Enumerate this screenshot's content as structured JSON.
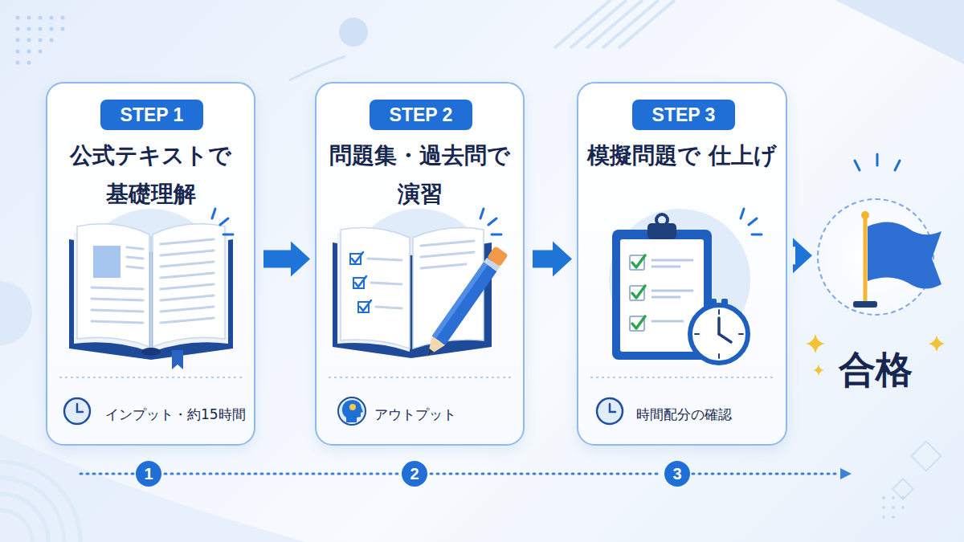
{
  "diagram": {
    "nodes": [
      {
        "text": [
          "公式テキストで 基礎理解",
          "インプット・約15時間"
        ]
      },
      {
        "text": [
          "STEP 1"
        ],
        "in": 0
      },
      {
        "text": [
          "問題集・過去問で 演習",
          "アウトプット"
        ]
      },
      {
        "text": [
          "STEP 2"
        ],
        "in": 2
      },
      {
        "text": [
          "模擬問題で 仕上げ",
          "時間配分の確認"
        ]
      },
      {
        "text": [
          "STEP 3"
        ],
        "in": 4
      },
      {
        "text": [
          "合格"
        ]
      },
      {
        "text": [
          "1"
        ]
      },
      {
        "text": [
          "2"
        ]
      },
      {
        "text": [
          "3"
        ]
      }
    ],
    "edges": [
      {
        "from": 0,
        "to": 2,
        "arrow": "to"
      },
      {
        "from": 2,
        "to": 4,
        "arrow": "to"
      },
      {
        "from": 4,
        "to": 6,
        "arrow": "to"
      },
      {
        "from": 7,
        "to": 8,
        "arrow": "none"
      },
      {
        "from": 8,
        "to": 9,
        "arrow": "none"
      }
    ]
  }
}
